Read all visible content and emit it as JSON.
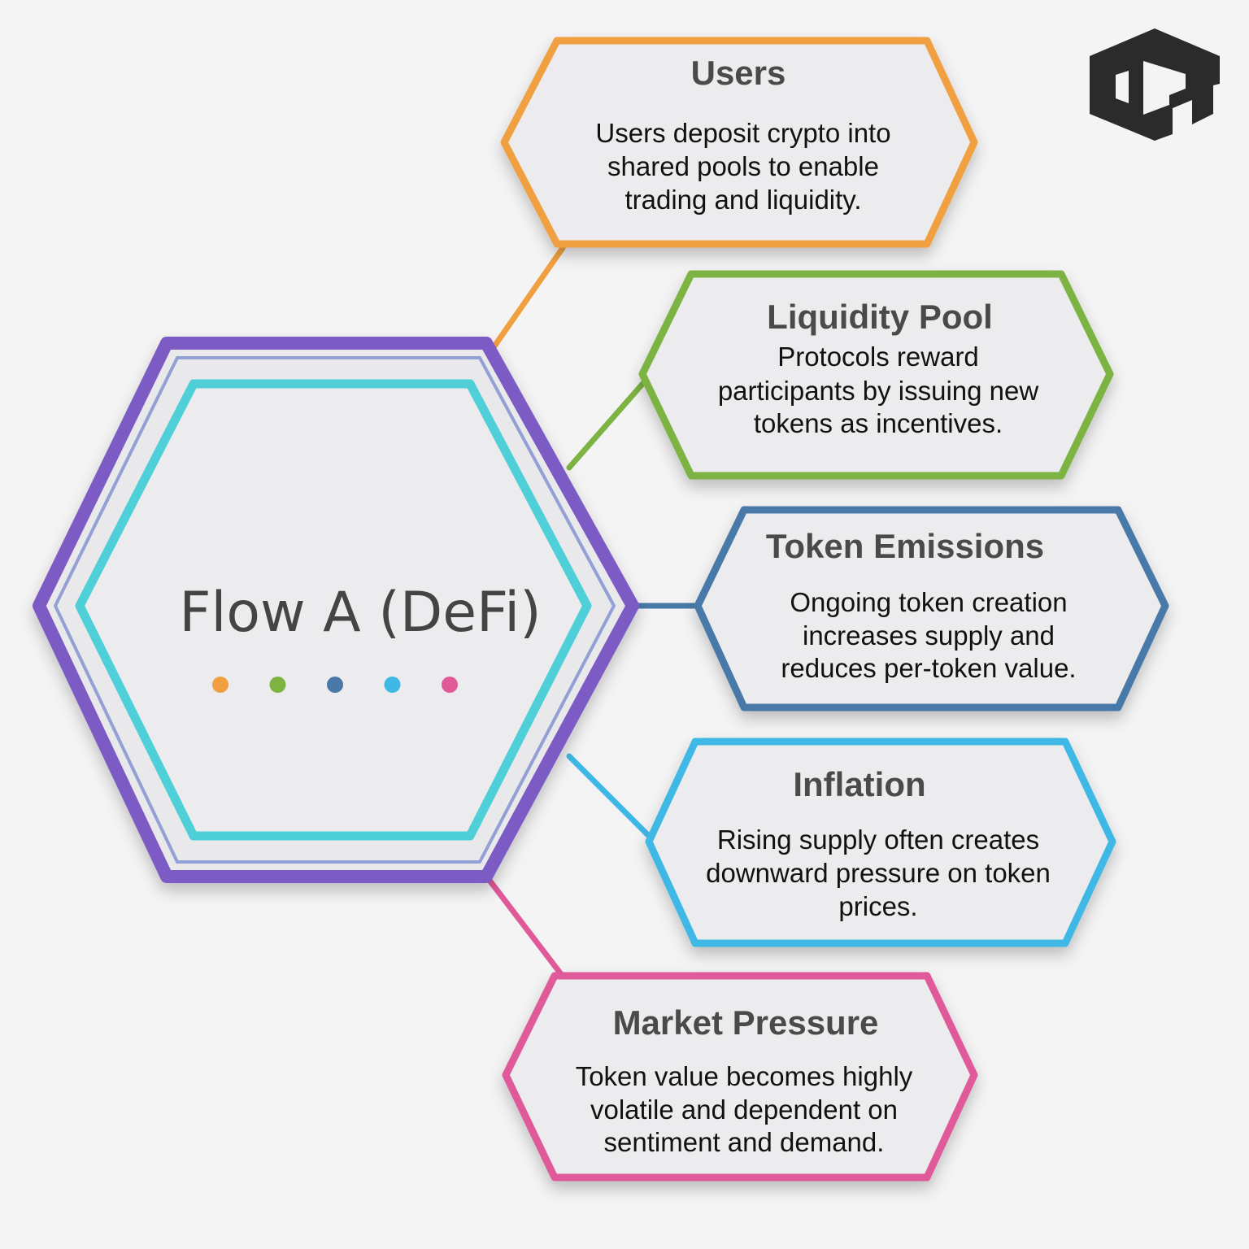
{
  "center": {
    "title": "Flow A (DeFi)",
    "dot_colors": [
      "#F0A040",
      "#7CB342",
      "#4A79A8",
      "#3FB8E6",
      "#E05A9A"
    ]
  },
  "logo": {
    "name": "hexagon-logo"
  },
  "nodes": [
    {
      "title": "Users",
      "lines": [
        "Users deposit crypto into",
        "shared pools to enable",
        "trading and liquidity."
      ],
      "color": "#F0A040"
    },
    {
      "title": "Liquidity Pool",
      "lines": [
        "Protocols reward",
        "participants by issuing new",
        "tokens as incentives."
      ],
      "color": "#7CB342"
    },
    {
      "title": "Token Emissions",
      "lines": [
        "Ongoing token creation",
        "increases supply and",
        "reduces per-token value."
      ],
      "color": "#4A79A8"
    },
    {
      "title": "Inflation",
      "lines": [
        "Rising supply often creates",
        "downward pressure on token",
        "prices."
      ],
      "color": "#3FB8E6"
    },
    {
      "title": "Market Pressure",
      "lines": [
        "Token value becomes highly",
        "volatile and dependent on",
        "sentiment and demand."
      ],
      "color": "#E05A9A"
    }
  ]
}
